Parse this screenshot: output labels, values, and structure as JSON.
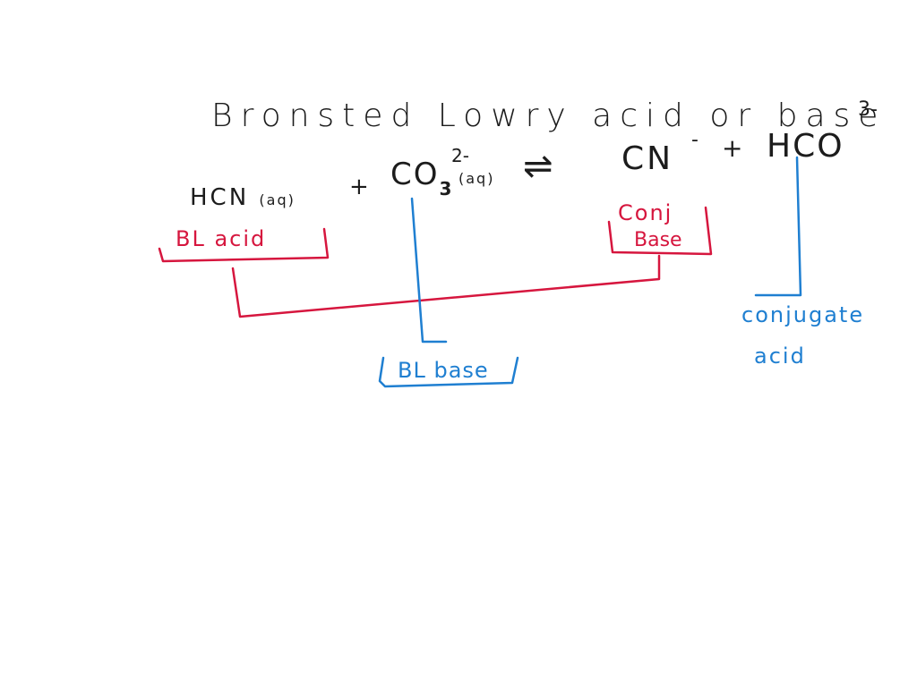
{
  "page": {
    "title": "Bronsted Lowry acid or base"
  },
  "equation": {
    "reactant1": "HCN",
    "reactant1_state": "(aq)",
    "plus": "+",
    "reactant2": "CO",
    "reactant2_subscript": "3",
    "reactant2_charge": "2-",
    "reactant2_state": "(aq)",
    "arrow": "⇌",
    "product1": "CN",
    "product1_charge": "-",
    "product2": "HCO",
    "product2_charge": "3-"
  },
  "annotations": {
    "bl_acid": "BL acid",
    "conj_base_line1": "Conj",
    "conj_base_line2": "Base",
    "bl_base": "BL base",
    "conj_acid_line1": "conjugate",
    "conj_acid_line2": "acid"
  },
  "colors": {
    "ink_black": "#1c1c1c",
    "ink_red": "#d6163e",
    "ink_blue": "#1f7fd1",
    "background": "#ffffff"
  }
}
